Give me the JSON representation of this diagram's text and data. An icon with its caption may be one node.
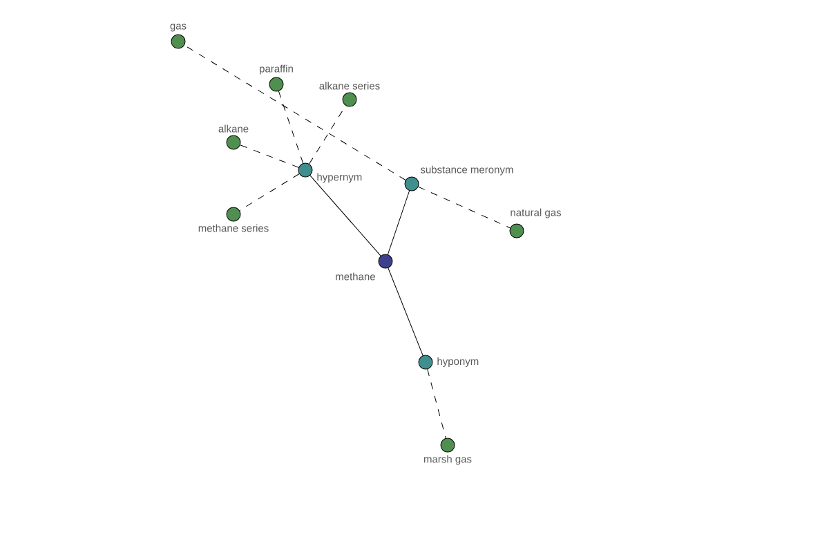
{
  "diagram": {
    "nodes": [
      {
        "text": [
          "methane"
        ]
      },
      {
        "text": [
          "hypernym"
        ]
      },
      {
        "text": [
          "substance meronym"
        ]
      },
      {
        "text": [
          "hyponym"
        ]
      },
      {
        "text": [
          "gas"
        ]
      },
      {
        "text": [
          "paraffin"
        ]
      },
      {
        "text": [
          "alkane series"
        ]
      },
      {
        "text": [
          "alkane"
        ]
      },
      {
        "text": [
          "methane series"
        ]
      },
      {
        "text": [
          "natural gas"
        ]
      },
      {
        "text": [
          "marsh gas"
        ]
      }
    ],
    "edges": [
      {
        "from": 0,
        "to": 1,
        "arrow": "none"
      },
      {
        "from": 0,
        "to": 2,
        "arrow": "none"
      },
      {
        "from": 0,
        "to": 3,
        "arrow": "none"
      },
      {
        "from": 1,
        "to": 5,
        "arrow": "none",
        "style": "dashed"
      },
      {
        "from": 1,
        "to": 6,
        "arrow": "none",
        "style": "dashed"
      },
      {
        "from": 1,
        "to": 7,
        "arrow": "none",
        "style": "dashed"
      },
      {
        "from": 1,
        "to": 8,
        "arrow": "none",
        "style": "dashed"
      },
      {
        "from": 2,
        "to": 4,
        "arrow": "none",
        "style": "dashed"
      },
      {
        "from": 2,
        "to": 9,
        "arrow": "none",
        "style": "dashed"
      },
      {
        "from": 3,
        "to": 10,
        "arrow": "none",
        "style": "dashed"
      }
    ]
  }
}
